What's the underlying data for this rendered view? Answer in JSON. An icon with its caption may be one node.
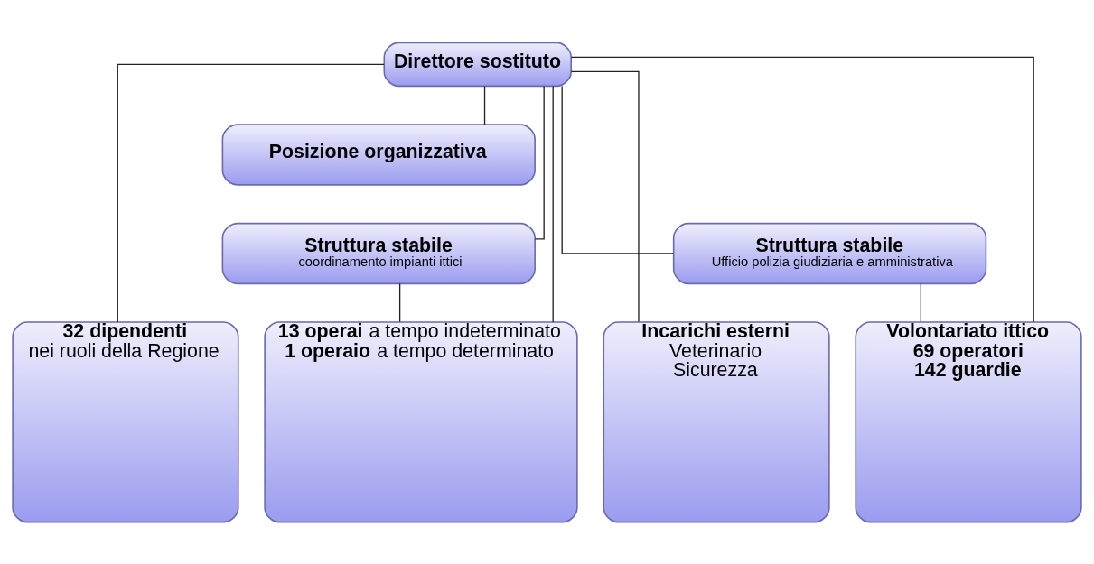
{
  "diagram": {
    "nodes": [
      {
        "text": [
          "Direttore sostituto"
        ]
      },
      {
        "text": [
          "Posizione organizzativa"
        ]
      },
      {
        "text": [
          "Struttura stabile",
          "coordinamento impianti ittici"
        ]
      },
      {
        "text": [
          "Struttura stabile",
          "Ufficio polizia giudiziaria e amministrativa"
        ]
      },
      {
        "text": [
          "32 dipendenti",
          "nei ruoli della Regione"
        ]
      },
      {
        "text": [
          "**13 operai** a tempo indeterminato",
          "**1 operaio** a tempo determinato"
        ]
      },
      {
        "text": [
          "Incarichi esterni",
          "Veterinario",
          "Sicurezza"
        ]
      },
      {
        "text": [
          "Volontariato ittico",
          "69 operatori",
          "142 guardie"
        ]
      }
    ],
    "edges": [
      {
        "from": 0,
        "to": 1,
        "arrow": "none"
      },
      {
        "from": 0,
        "to": 2,
        "arrow": "none"
      },
      {
        "from": 0,
        "to": 3,
        "arrow": "none"
      },
      {
        "from": 0,
        "to": 4,
        "arrow": "none"
      },
      {
        "from": 0,
        "to": 5,
        "arrow": "none"
      },
      {
        "from": 0,
        "to": 6,
        "arrow": "none"
      },
      {
        "from": 0,
        "to": 7,
        "arrow": "none"
      },
      {
        "from": 2,
        "to": 5,
        "arrow": "none"
      },
      {
        "from": 3,
        "to": 7,
        "arrow": "none"
      }
    ]
  }
}
